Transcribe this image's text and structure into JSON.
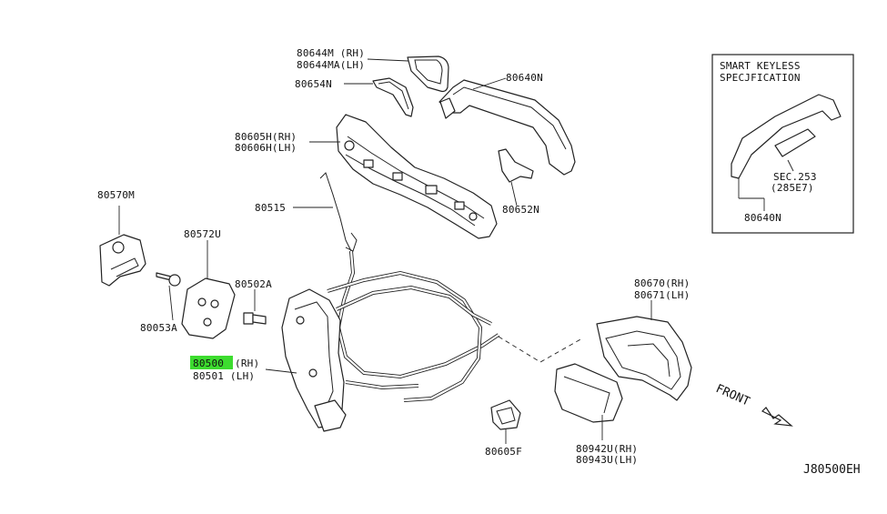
{
  "diagram": {
    "drawing_code": "J80500EH",
    "front_label": "FRONT",
    "inset": {
      "title_line1": "SMART KEYLESS",
      "title_line2": "SPECJFICATION",
      "sec_line1": "SEC.253",
      "sec_line2": "(285E7)",
      "part": "80640N"
    },
    "callouts": {
      "p80644m": "80644M (RH)",
      "p80644ma": "80644MA(LH)",
      "p80654n": "80654N",
      "p80640n": "80640N",
      "p80605h": "80605H(RH)",
      "p80606h": "80606H(LH)",
      "p80570m": "80570M",
      "p80515": "80515",
      "p80652n": "80652N",
      "p80572u": "80572U",
      "p80502a": "80502A",
      "p80053a": "80053A",
      "p80500_num": "80500",
      "p80500_side": "(RH)",
      "p80501": "80501 (LH)",
      "p80670": "80670(RH)",
      "p80671": "80671(LH)",
      "p80605f": "80605F",
      "p80942u": "80942U(RH)",
      "p80943u": "80943U(LH)"
    },
    "highlight_color": "#3ddc2f"
  }
}
